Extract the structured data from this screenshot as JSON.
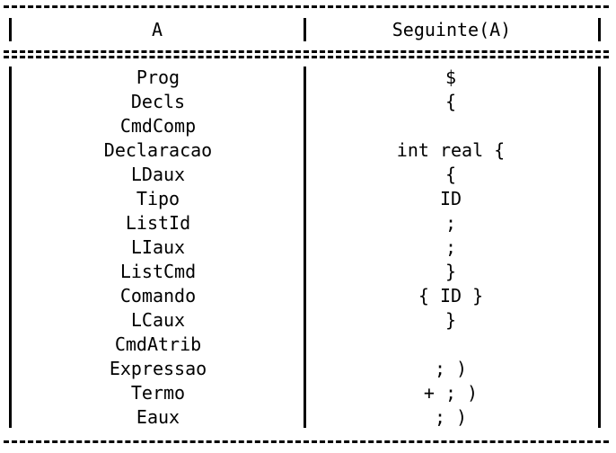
{
  "header": {
    "col_a": "A",
    "col_s": "Seguinte(A)"
  },
  "rows": [
    {
      "a": "Prog",
      "s": "$"
    },
    {
      "a": "Decls",
      "s": "{"
    },
    {
      "a": "CmdComp",
      "s": ""
    },
    {
      "a": "Declaracao",
      "s": "int real {"
    },
    {
      "a": "LDaux",
      "s": "{"
    },
    {
      "a": "Tipo",
      "s": "ID"
    },
    {
      "a": "ListId",
      "s": ";"
    },
    {
      "a": "LIaux",
      "s": ";"
    },
    {
      "a": "ListCmd",
      "s": "}"
    },
    {
      "a": "Comando",
      "s": "{ ID }"
    },
    {
      "a": "LCaux",
      "s": "}"
    },
    {
      "a": "CmdAtrib",
      "s": ""
    },
    {
      "a": "Expressao",
      "s": "; )"
    },
    {
      "a": "Termo",
      "s": "+ ; )"
    },
    {
      "a": "Eaux",
      "s": "; )"
    }
  ]
}
